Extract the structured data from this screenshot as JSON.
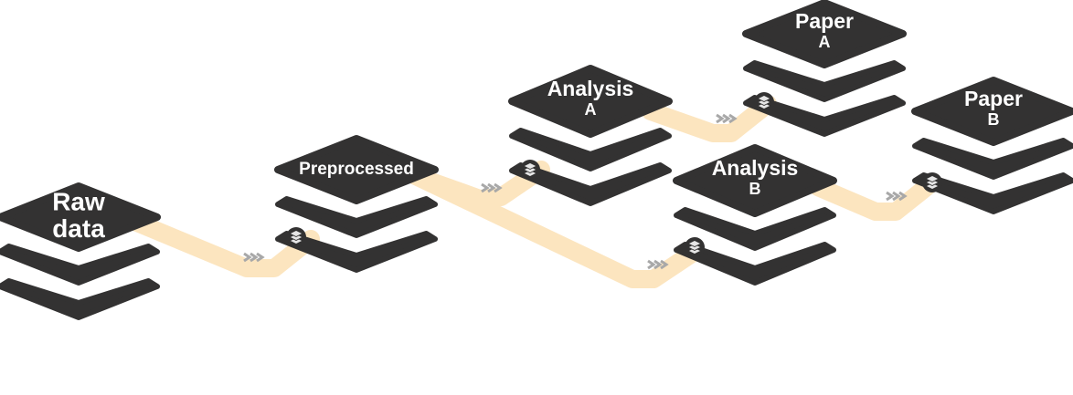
{
  "diagram": {
    "nodes": [
      {
        "id": "raw",
        "title_lines": [
          "Raw",
          "data"
        ]
      },
      {
        "id": "pre",
        "title_lines": [
          "Preprocessed"
        ]
      },
      {
        "id": "anaA",
        "title_lines": [
          "Analysis",
          "A"
        ]
      },
      {
        "id": "anaB",
        "title_lines": [
          "Analysis",
          "B"
        ]
      },
      {
        "id": "papA",
        "title_lines": [
          "Paper",
          "A"
        ]
      },
      {
        "id": "papB",
        "title_lines": [
          "Paper",
          "B"
        ]
      }
    ],
    "edges": [
      {
        "from": "raw",
        "to": "pre"
      },
      {
        "from": "pre",
        "to": "anaA"
      },
      {
        "from": "pre",
        "to": "anaB"
      },
      {
        "from": "anaA",
        "to": "papA"
      },
      {
        "from": "anaB",
        "to": "papB"
      }
    ],
    "colors": {
      "layer": "#333232",
      "pipe": "#fce5bf",
      "chevron": "#a8a8a8",
      "label": "#ffffff"
    },
    "icons": {
      "port": "layers-icon",
      "flow": "chevron-flow-icon"
    }
  }
}
